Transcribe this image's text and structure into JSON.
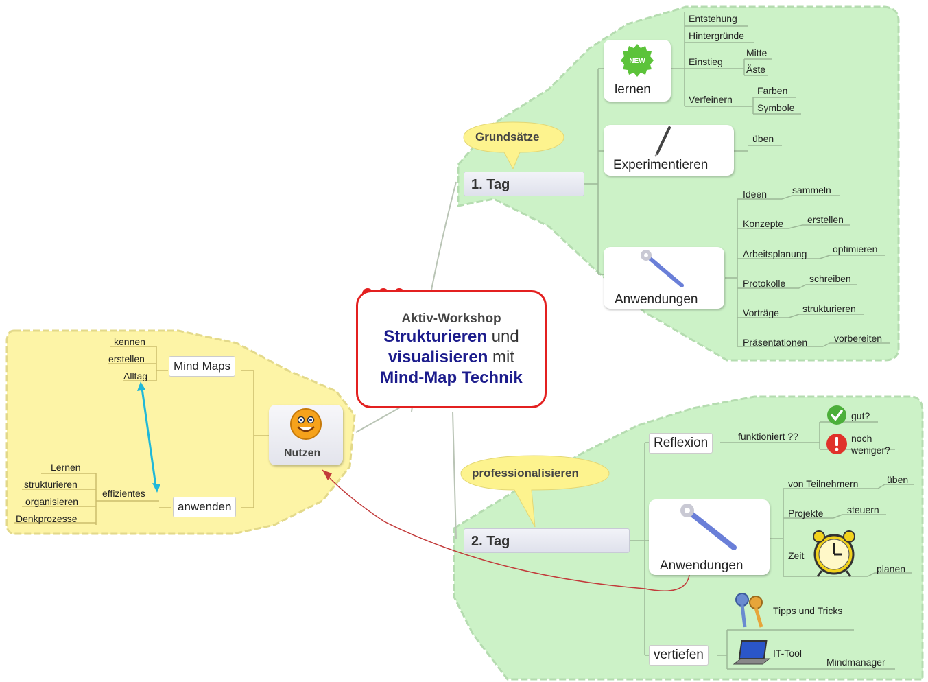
{
  "center": {
    "line1": "Aktiv-Workshop",
    "line2_bold": "Strukturieren",
    "line2_rest": " und",
    "line3_bold": "visualisieren",
    "line3_rest": " mit",
    "line4": "Mind-Map Technik"
  },
  "day1": {
    "label": "1. Tag",
    "callout": "Grundsätze",
    "lernen": {
      "label": "lernen",
      "icon_text": "NEW",
      "items": [
        "Entstehung",
        "Hintergründe",
        "Einstieg",
        "Verfeinern"
      ],
      "einstieg_sub": [
        "Mitte",
        "Äste"
      ],
      "verfeinern_sub": [
        "Farben",
        "Symbole"
      ]
    },
    "experimentieren": {
      "label": "Experimentieren",
      "sub": "üben"
    },
    "anwendungen": {
      "label": "Anwendungen",
      "items": [
        "Ideen",
        "Konzepte",
        "Arbeitsplanung",
        "Protokolle",
        "Vorträge",
        "Präsentationen"
      ],
      "verbs": [
        "sammeln",
        "erstellen",
        "optimieren",
        "schreiben",
        "strukturieren",
        "vorbereiten"
      ]
    }
  },
  "day2": {
    "label": "2. Tag",
    "callout": "professionalisieren",
    "reflexion": {
      "label": "Reflexion",
      "sub": "funktioniert ??",
      "q1": "gut?",
      "q2a": "noch",
      "q2b": "weniger?"
    },
    "anwendungen": {
      "label": "Anwendungen",
      "items": [
        "von Teilnehmern",
        "Projekte",
        "Zeit"
      ],
      "verbs": [
        "üben",
        "steuern",
        "planen"
      ]
    },
    "vertiefen": {
      "label": "vertiefen",
      "tipps": "Tipps und Tricks",
      "tool": "IT-Tool",
      "mindmanager": "Mindmanager"
    }
  },
  "nutzen": {
    "label": "Nutzen",
    "mindmaps": {
      "label": "Mind Maps",
      "items": [
        "kennen",
        "erstellen",
        "Alltag"
      ]
    },
    "anwenden": {
      "label": "anwenden",
      "effizientes": "effizientes",
      "items": [
        "Lernen",
        "strukturieren",
        "organisieren",
        "Denkprozesse"
      ]
    }
  },
  "colors": {
    "green_region": "#ccf2c7",
    "yellow_region": "#fdf4a6",
    "callout": "#fdf38e",
    "center_border": "#e32020",
    "arrow_cyan": "#20b8d8"
  }
}
